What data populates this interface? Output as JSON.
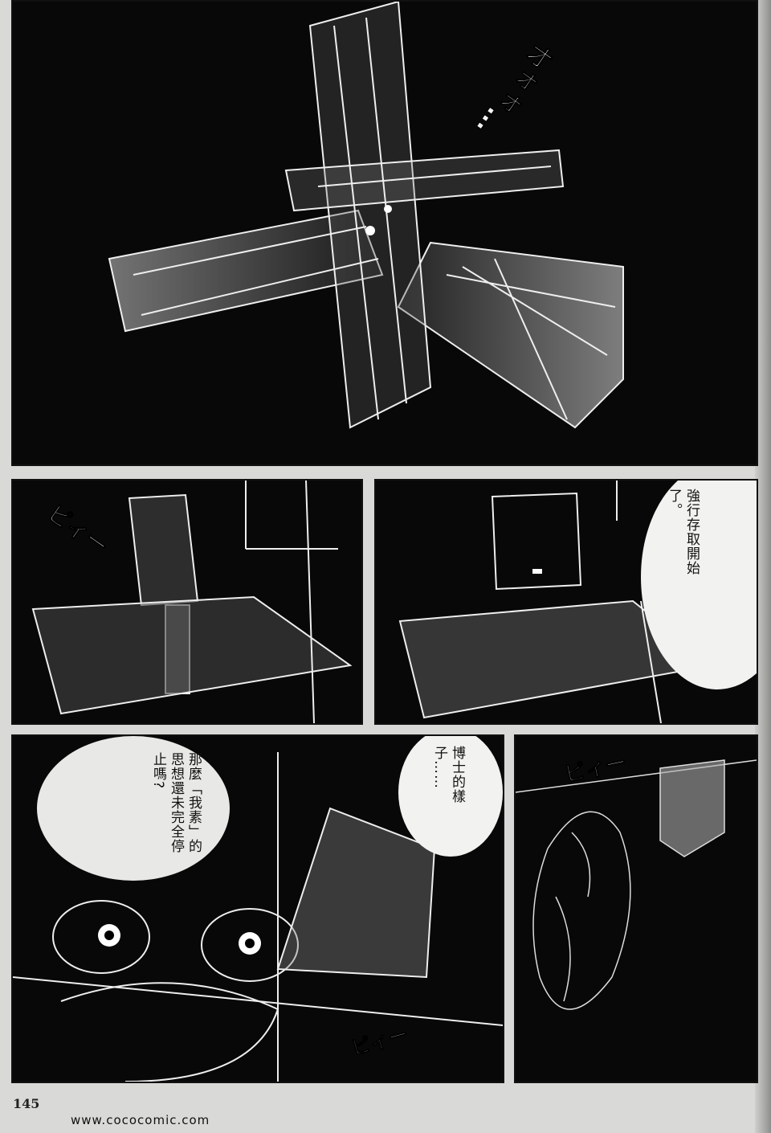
{
  "page": {
    "page_number": "145",
    "watermark": "www.cococomic.com"
  },
  "panels": [
    {
      "sfx": "オォォ…"
    },
    {
      "sfx": "ピィー"
    },
    {
      "dialogue": "強行存取開始了。"
    },
    {
      "dialogue": "那麼「我素」的思想還未完全停止嗎?",
      "sfx": "ピィー"
    },
    {
      "dialogue": "博士的樣子……",
      "sfx": "ピィー"
    }
  ],
  "colors": {
    "ink": "#080808",
    "paper": "#d9d9d7",
    "line": "#f0f0f0"
  }
}
